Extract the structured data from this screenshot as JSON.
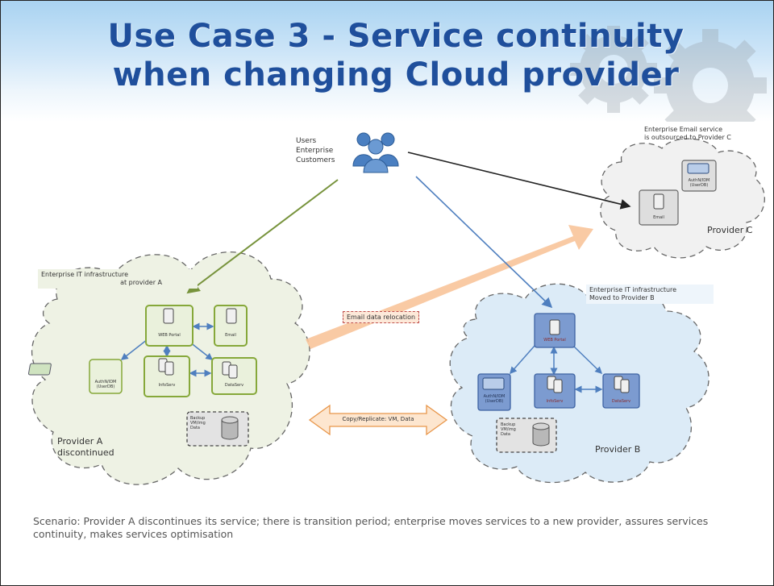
{
  "title": {
    "line1": "Use Case 3 - Service continuity",
    "line2": "when changing Cloud provider"
  },
  "users": {
    "line1": "Users",
    "line2": "Enterprise",
    "line3": "Customers"
  },
  "provider_a": {
    "caption_line1": "Enterprise IT infrastructure",
    "caption_line2": "at provider A",
    "name_line1": "Provider A",
    "name_line2": "discontinued",
    "nodes": {
      "web_portal": "WEB Portal",
      "email": "Email",
      "authn": "AuthN/IDM (UserDB)",
      "infoserv": "InfoServ",
      "dataserv": "DataServ",
      "backup_line1": "Backup",
      "backup_line2": "VM/img",
      "backup_line3": "Data"
    }
  },
  "provider_b": {
    "caption_line1": "Enterprise IT infrastructure",
    "caption_line2": "Moved to Provider B",
    "name": "Provider B",
    "nodes": {
      "web_portal": "WEB Portal",
      "authn": "AuthN/IDM (UserDB)",
      "infoserv": "InfoServ",
      "dataserv": "DataServ",
      "backup_line1": "Backup",
      "backup_line2": "VM/img",
      "backup_line3": "Data"
    }
  },
  "provider_c": {
    "caption_line1": "Enterprise Email service",
    "caption_line2": "is outsourced to Provider C",
    "name": "Provider C",
    "nodes": {
      "email": "Email",
      "authn": "AuthN/IDM (UserDB)"
    }
  },
  "email_relocation_label": "Email data relocation",
  "copy_replicate_label": "Copy/Replicate: VM, Data",
  "scenario_text": "Scenario: Provider A discontinues its service; there is transition period; enterprise moves services to a new provider, assures services continuity, makes services optimisation",
  "colors": {
    "title": "#1f4f9c",
    "cloud_a_fill": "#eef2e4",
    "cloud_b_fill": "#dcebf7",
    "cloud_c_fill": "#f1f1f1",
    "node_a_border": "#86a83a",
    "node_b_fill": "#6f8fc8",
    "arrow_blue": "#4f7fbf",
    "arrow_green": "#77933c",
    "arrow_orange": "#f8c49a"
  }
}
